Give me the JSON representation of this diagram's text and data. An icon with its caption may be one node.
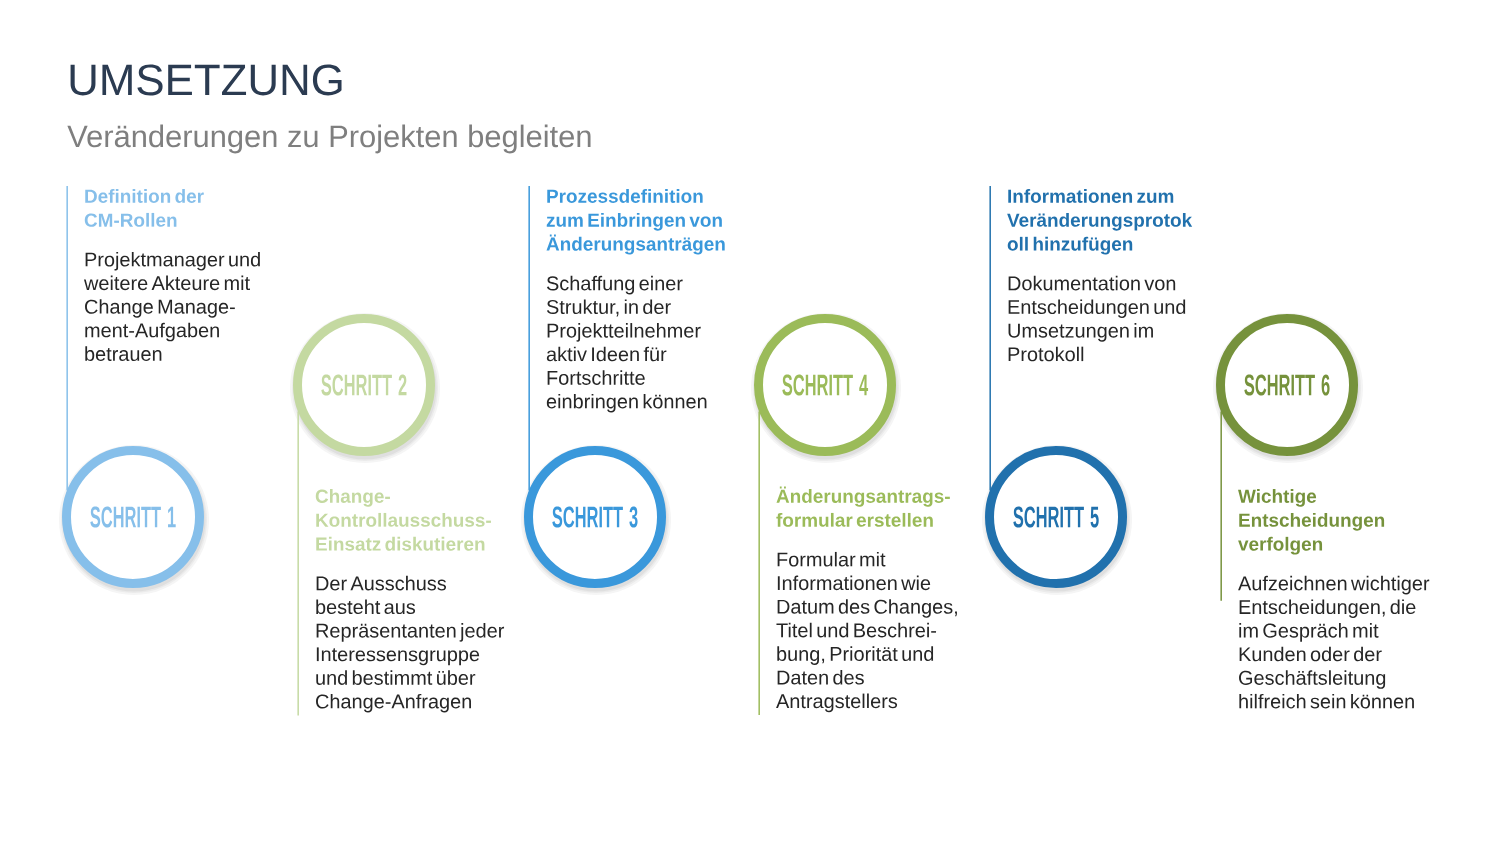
{
  "diagram": {
    "title": "UMSETZUNG",
    "nodes": [
      {
        "text": [
          "SCHRITT 1"
        ]
      },
      {
        "text": [
          "Definition der CM-Rollen",
          "Projektmanager und weitere Akteure mit Change Manage- ment-Aufgaben betrauen"
        ]
      },
      {
        "text": [
          "SCHRITT 2"
        ]
      },
      {
        "text": [
          "Change- Kontrollausschuss- Einsatz diskutieren",
          "Der Ausschuss besteht aus Repräsentanten jeder Interessensgruppe und bestimmt über Change-Anfragen"
        ]
      },
      {
        "text": [
          "SCHRITT 3"
        ]
      },
      {
        "text": [
          "Prozessdefinition zum Einbringen von Änderungsanträgen",
          "Schaffung einer Struktur, in der Projektteilnehmer aktiv Ideen für Fortschritte einbringen können"
        ]
      },
      {
        "text": [
          "SCHRITT 4"
        ]
      },
      {
        "text": [
          "Änderungsantrags- formular erstellen",
          "Formular mit Informationen wie Datum des Changes, Titel und Beschrei- bung, Priorität und Daten des Antragstellers"
        ]
      },
      {
        "text": [
          "SCHRITT 5"
        ]
      },
      {
        "text": [
          "Informationen zum Veränderungsprotok oll hinzufügen",
          "Dokumentation von Entscheidungen und Umsetzungen im Protokoll"
        ]
      },
      {
        "text": [
          "SCHRITT 6"
        ]
      },
      {
        "text": [
          "Wichtige Entscheidungen verfolgen",
          "Aufzeichnen wichtiger Entscheidungen, die im Gespräch mit Kunden oder der Geschäftsleitung hilfreich sein können"
        ]
      }
    ],
    "edges": [
      {
        "from": 0,
        "to": 1,
        "arrow": "none",
        "color": "#86bfea"
      },
      {
        "from": 2,
        "to": 3,
        "arrow": "none",
        "color": "#c4d9a1"
      },
      {
        "from": 4,
        "to": 5,
        "arrow": "none",
        "color": "#3a98db"
      },
      {
        "from": 6,
        "to": 7,
        "arrow": "none",
        "color": "#9bbb59"
      },
      {
        "from": 8,
        "to": 9,
        "arrow": "none",
        "color": "#2171ad"
      },
      {
        "from": 10,
        "to": 11,
        "arrow": "none",
        "color": "#76923c"
      }
    ],
    "labels": [
      "Veränderungen zu Projekten begleiten"
    ]
  }
}
